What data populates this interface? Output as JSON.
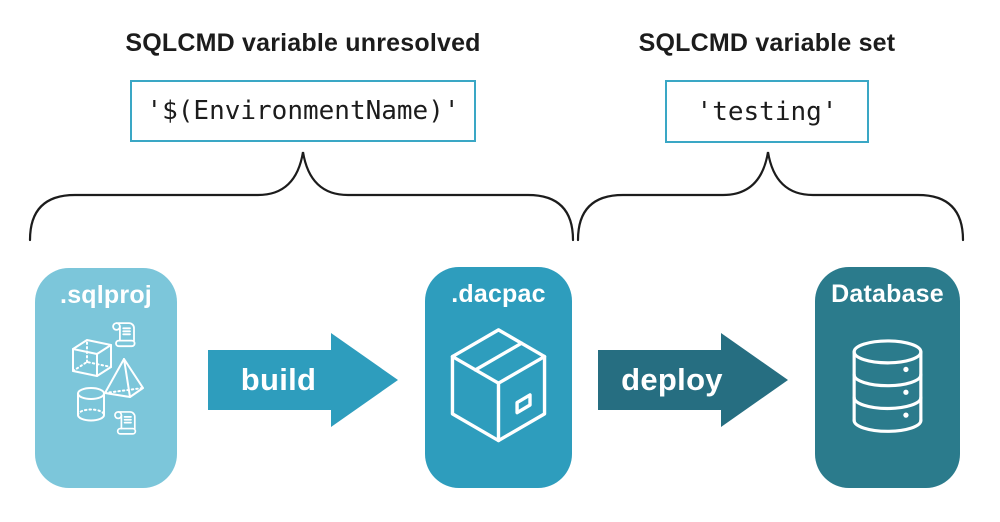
{
  "colors": {
    "sqlproj_card": "#7CC6DA",
    "dacpac_card": "#2E9DBD",
    "database_card": "#2B7B8C",
    "build_arrow": "#2E9DBD",
    "deploy_arrow": "#266E81",
    "code_border": "#3AA7C5",
    "ink": "#1C1C1C"
  },
  "annotations": {
    "left": {
      "heading": "SQLCMD variable unresolved",
      "code": "'$(EnvironmentName)'"
    },
    "right": {
      "heading": "SQLCMD variable set",
      "code": "'testing'"
    }
  },
  "pipeline": {
    "stages": [
      {
        "label": ".sqlproj",
        "icon": "sql-project-objects-icon"
      },
      {
        "label": ".dacpac",
        "icon": "package-icon"
      },
      {
        "label": "Database",
        "icon": "database-icon"
      }
    ],
    "arrows": [
      {
        "label": "build"
      },
      {
        "label": "deploy"
      }
    ]
  }
}
